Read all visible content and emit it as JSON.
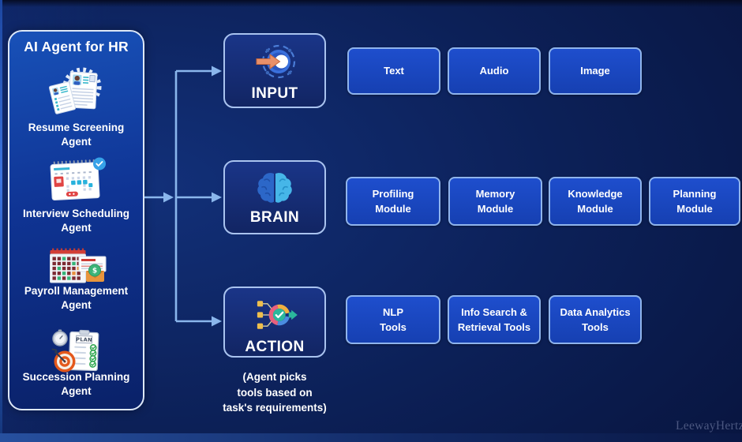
{
  "watermark": "LeewayHertz",
  "sidebar": {
    "title": "AI Agent for HR",
    "agents": [
      {
        "icon": "resume-screening-icon",
        "label": "Resume Screening\nAgent"
      },
      {
        "icon": "interview-scheduling-icon",
        "label": "Interview Scheduling\nAgent"
      },
      {
        "icon": "payroll-management-icon",
        "label": "Payroll Management\nAgent"
      },
      {
        "icon": "succession-planning-icon",
        "label": "Succession Planning\nAgent"
      }
    ]
  },
  "pipeline": {
    "stages": [
      {
        "icon": "input-icon",
        "label": "INPUT",
        "items": [
          "Text",
          "Audio",
          "Image"
        ]
      },
      {
        "icon": "brain-icon",
        "label": "BRAIN",
        "items": [
          "Profiling\nModule",
          "Memory\nModule",
          "Knowledge\nModule",
          "Planning\nModule"
        ]
      },
      {
        "icon": "action-icon",
        "label": "ACTION",
        "caption": "(Agent picks\ntools based on\ntask's requirements)",
        "items": [
          "NLP\nTools",
          "Info Search &\nRetrieval Tools",
          "Data Analytics\nTools"
        ]
      }
    ]
  },
  "colors": {
    "background": "#0c2057",
    "panel_fill": "#0f3494",
    "module_fill": "#1a46c0",
    "stage_fill": "#162e7a",
    "border_light": "#a9c3ef",
    "arrow": "#8ab6ec"
  }
}
